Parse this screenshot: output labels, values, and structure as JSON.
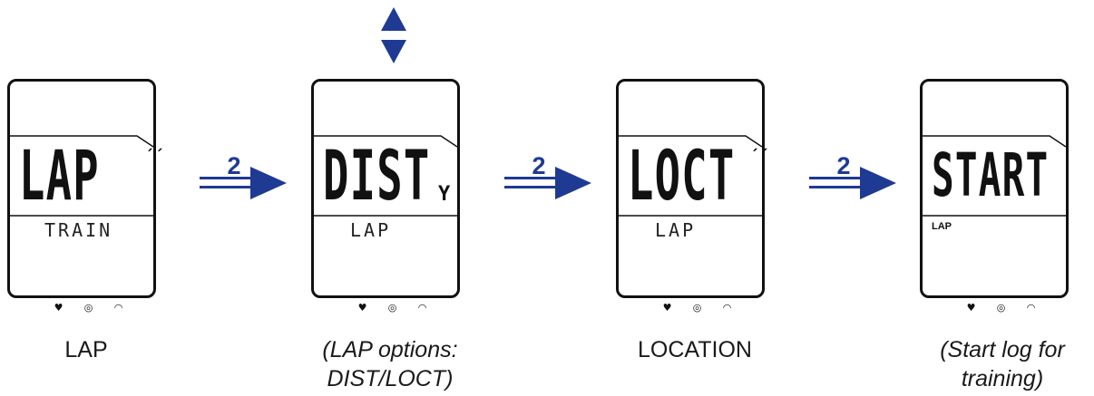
{
  "accent_color": "#1f3a93",
  "nav_icon": "up-down-arrows-icon",
  "screens": [
    {
      "main": "LAP",
      "mark": "´´",
      "sub": "TRAIN",
      "caption": "LAP"
    },
    {
      "main": "DIST",
      "mark": "Y",
      "sub": "LAP",
      "caption": "(LAP options: DIST/LOCT)"
    },
    {
      "main": "LOCT",
      "mark": "´´",
      "sub": "LAP",
      "caption": "LOCATION"
    },
    {
      "main": "START",
      "mark": "",
      "sub": "LAP",
      "caption": "(Start log for training)"
    }
  ],
  "status_icons": [
    "heart-icon",
    "wheel-sensor-icon",
    "speedometer-icon"
  ],
  "arrows": [
    {
      "label": "2"
    },
    {
      "label": "2"
    },
    {
      "label": "2"
    }
  ]
}
